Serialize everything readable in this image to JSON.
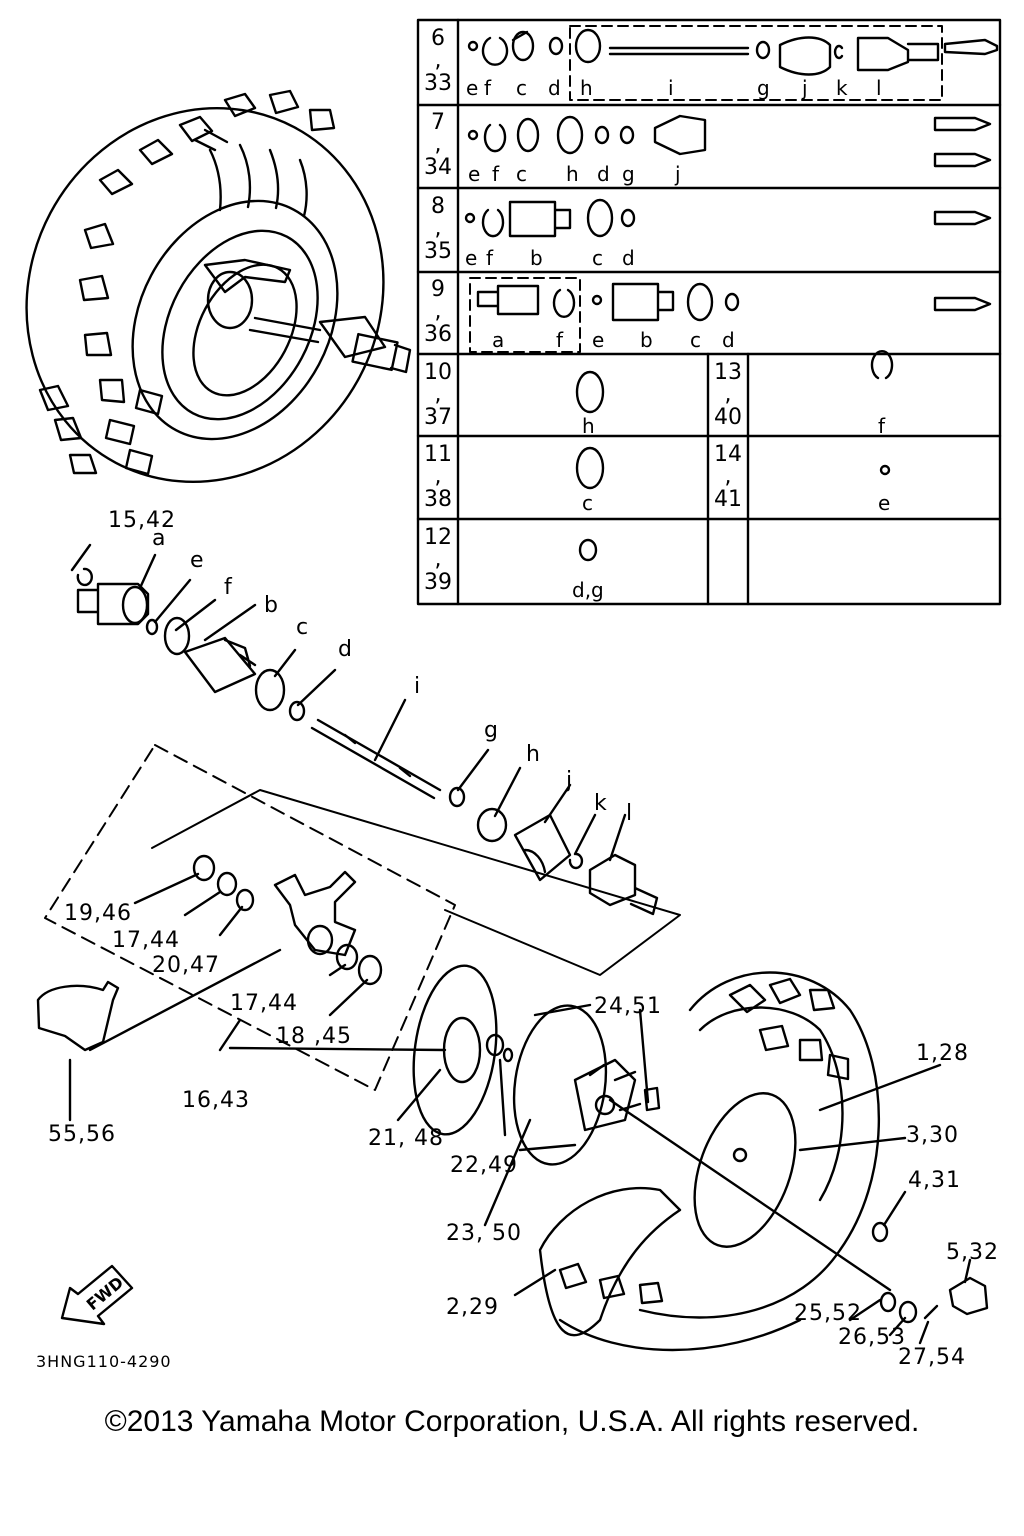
{
  "diagram_code": "3HNG110-4290",
  "copyright": "©2013 Yamaha Motor Corporation, U.S.A. All rights reserved.",
  "fwd_label": "FWD",
  "table": {
    "rows": [
      {
        "num": "6\n,\n33",
        "letters": [
          "e",
          "f",
          "c",
          "d",
          "h",
          "i",
          "g",
          "j",
          "k",
          "l"
        ]
      },
      {
        "num": "7\n,\n34",
        "letters": [
          "e",
          "f",
          "c",
          "h",
          "d",
          "g",
          "j"
        ]
      },
      {
        "num": "8\n,\n35",
        "letters": [
          "e",
          "f",
          "b",
          "c",
          "d"
        ]
      },
      {
        "num": "9\n,\n36",
        "letters": [
          "a",
          "f",
          "e",
          "b",
          "c",
          "d"
        ]
      },
      {
        "num": "10\n,\n37",
        "letters": [
          "h"
        ],
        "num2": "13\n,\n40",
        "letters2": [
          "f"
        ]
      },
      {
        "num": "11\n,\n38",
        "letters": [
          "c"
        ],
        "num2": "14\n,\n41",
        "letters2": [
          "e"
        ]
      },
      {
        "num": "12\n,\n39",
        "letters": [
          "d,g"
        ]
      }
    ]
  },
  "exploded_letters": [
    "a",
    "e",
    "f",
    "b",
    "c",
    "d",
    "i",
    "g",
    "h",
    "j",
    "k",
    "l"
  ],
  "part_labels": [
    "15,42",
    "19,46",
    "17,44",
    "20,47",
    "17,44",
    "18 ,45",
    "16,43",
    "55,56",
    "24,51",
    "1,28",
    "3,30",
    "4,31",
    "5,32",
    "21, 48",
    "22,49",
    "23, 50",
    "2,29",
    "25,52",
    "26,53",
    "27,54"
  ]
}
